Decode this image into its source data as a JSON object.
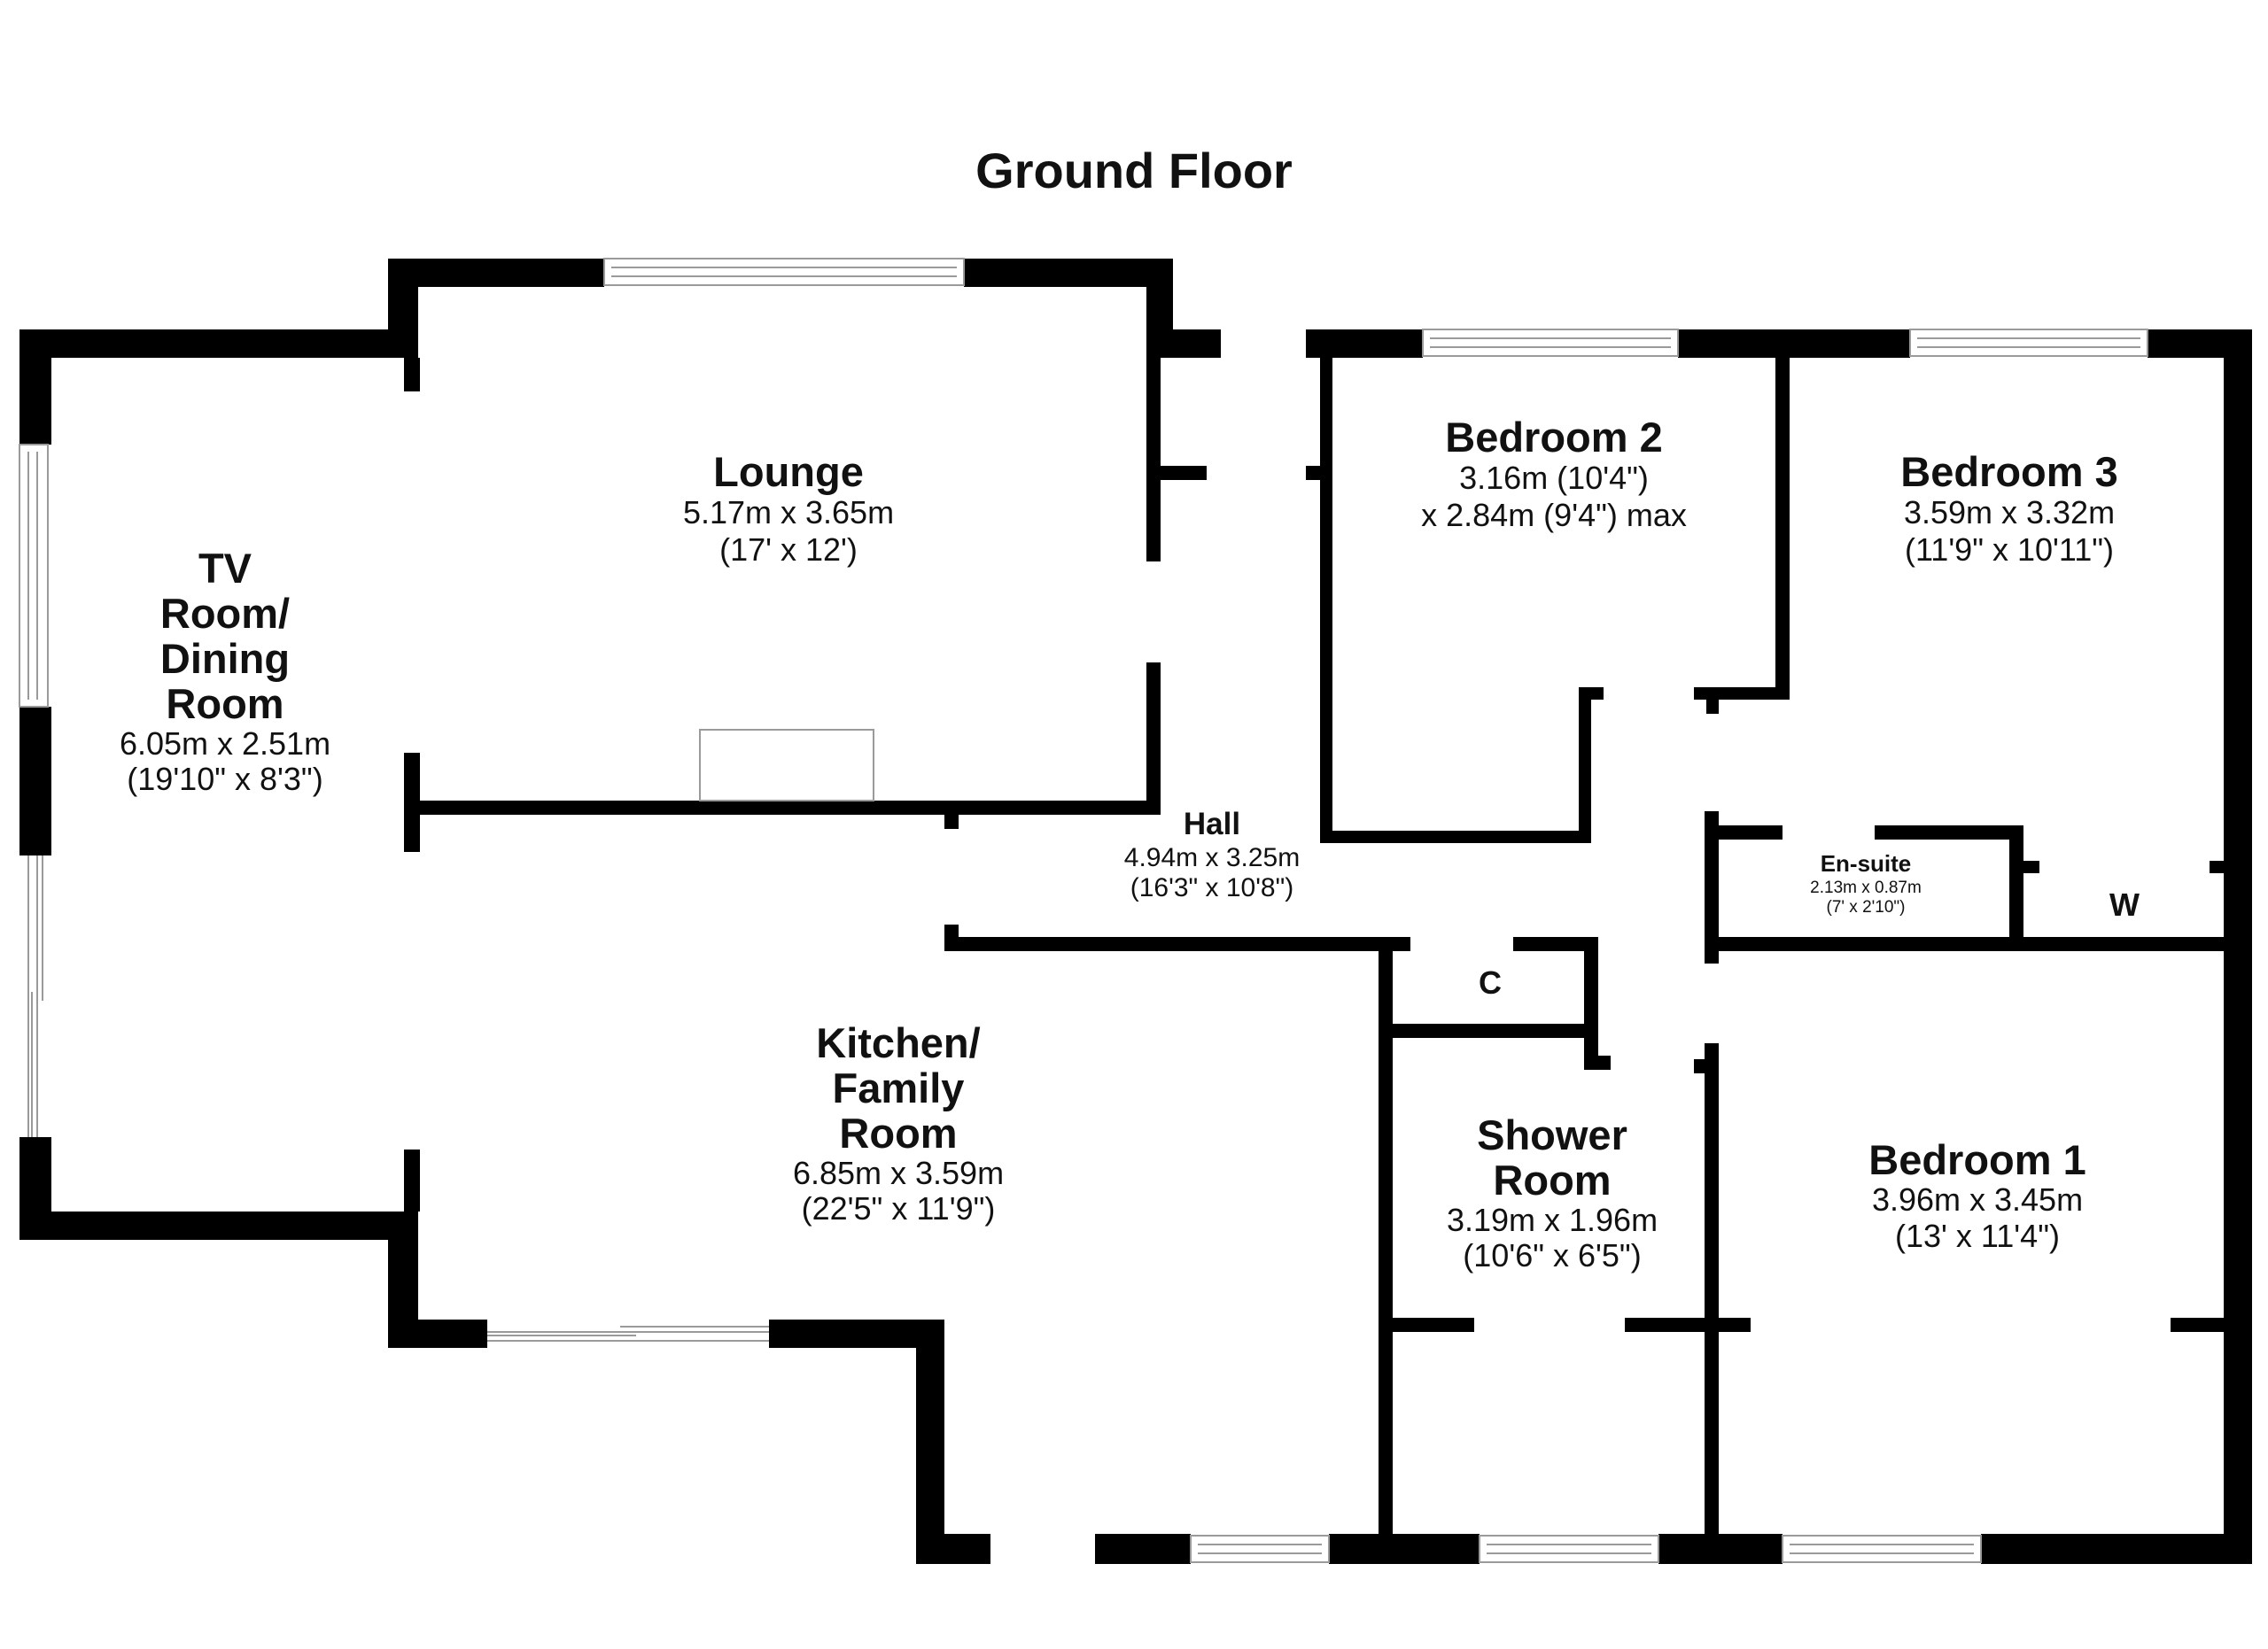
{
  "title": "Ground Floor",
  "rooms": {
    "tv_room": {
      "name_lines": [
        "TV",
        "Room/",
        "Dining",
        "Room"
      ],
      "dim1": "6.05m x 2.51m",
      "dim2": "(19'10\" x 8'3\")"
    },
    "lounge": {
      "name": "Lounge",
      "dim1": "5.17m x 3.65m",
      "dim2": "(17' x 12')"
    },
    "bedroom2": {
      "name": "Bedroom 2",
      "dim1": "3.16m (10'4\")",
      "dim2": "x 2.84m (9'4\") max"
    },
    "bedroom3": {
      "name": "Bedroom 3",
      "dim1": "3.59m x 3.32m",
      "dim2": "(11'9\" x 10'11\")"
    },
    "hall": {
      "name": "Hall",
      "dim1": "4.94m x 3.25m",
      "dim2": "(16'3\" x 10'8\")"
    },
    "ensuite": {
      "name": "En-suite",
      "dim1": "2.13m x 0.87m",
      "dim2": "(7' x 2'10\")"
    },
    "wardrobe": {
      "label": "W"
    },
    "cupboard": {
      "label": "C"
    },
    "kitchen": {
      "name_lines": [
        "Kitchen/",
        "Family",
        "Room"
      ],
      "dim1": "6.85m x 3.59m",
      "dim2": "(22'5\" x 11'9\")"
    },
    "shower_room": {
      "name_lines": [
        "Shower",
        "Room"
      ],
      "dim1": "3.19m x 1.96m",
      "dim2": "(10'6\" x 6'5\")"
    },
    "bedroom1": {
      "name": "Bedroom 1",
      "dim1": "3.96m x 3.45m",
      "dim2": "(13' x 11'4\")"
    }
  },
  "colors": {
    "wall": "#000000",
    "window": "#9a9a9a",
    "background": "#ffffff",
    "text": "#111111"
  }
}
